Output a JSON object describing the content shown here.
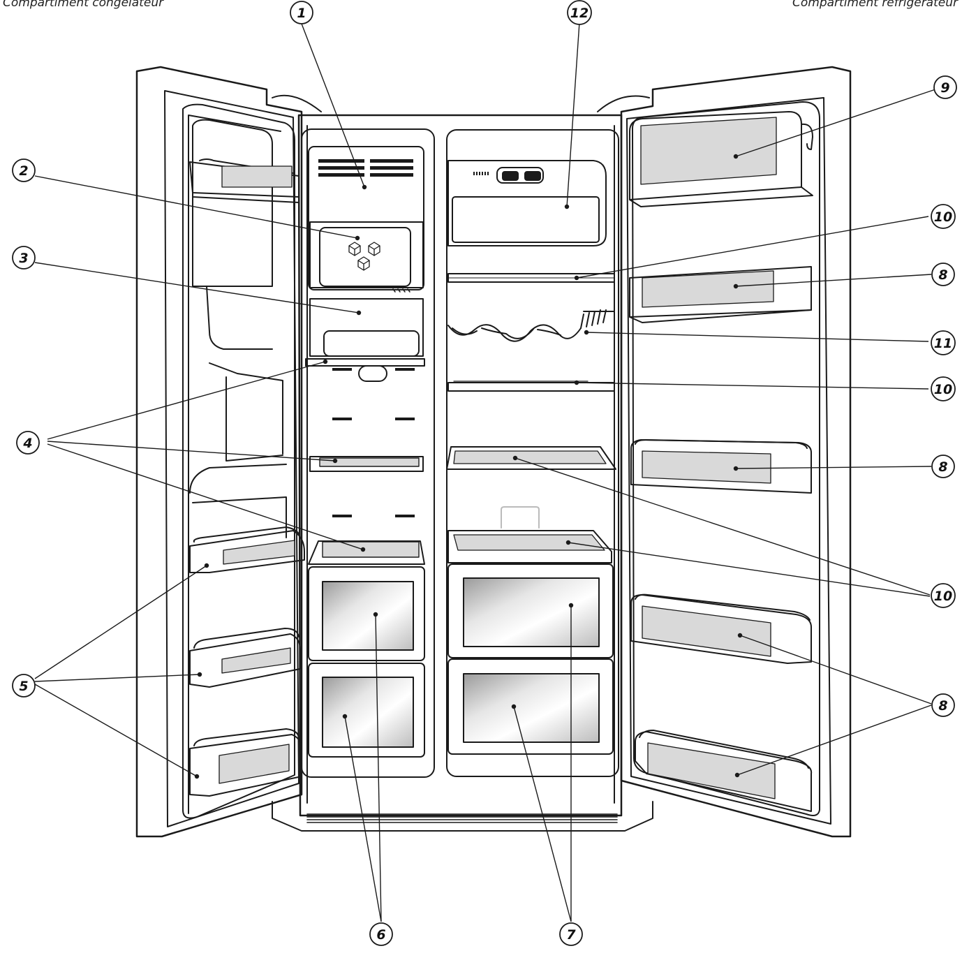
{
  "header": {
    "left": "Compartiment congélateur",
    "right": "Compartiment réfrigérateur"
  },
  "callouts": [
    {
      "id": "c1",
      "label": "1"
    },
    {
      "id": "c2",
      "label": "2"
    },
    {
      "id": "c3",
      "label": "3"
    },
    {
      "id": "c4",
      "label": "4"
    },
    {
      "id": "c5",
      "label": "5"
    },
    {
      "id": "c6",
      "label": "6"
    },
    {
      "id": "c7",
      "label": "7"
    },
    {
      "id": "c8a",
      "label": "8"
    },
    {
      "id": "c8b",
      "label": "8"
    },
    {
      "id": "c8c",
      "label": "8"
    },
    {
      "id": "c9",
      "label": "9"
    },
    {
      "id": "c10a",
      "label": "10"
    },
    {
      "id": "c10b",
      "label": "10"
    },
    {
      "id": "c10c",
      "label": "10"
    },
    {
      "id": "c11",
      "label": "11"
    },
    {
      "id": "c12",
      "label": "12"
    }
  ],
  "colors": {
    "line": "#1a1a1a",
    "shade": "#d9d9d9"
  }
}
